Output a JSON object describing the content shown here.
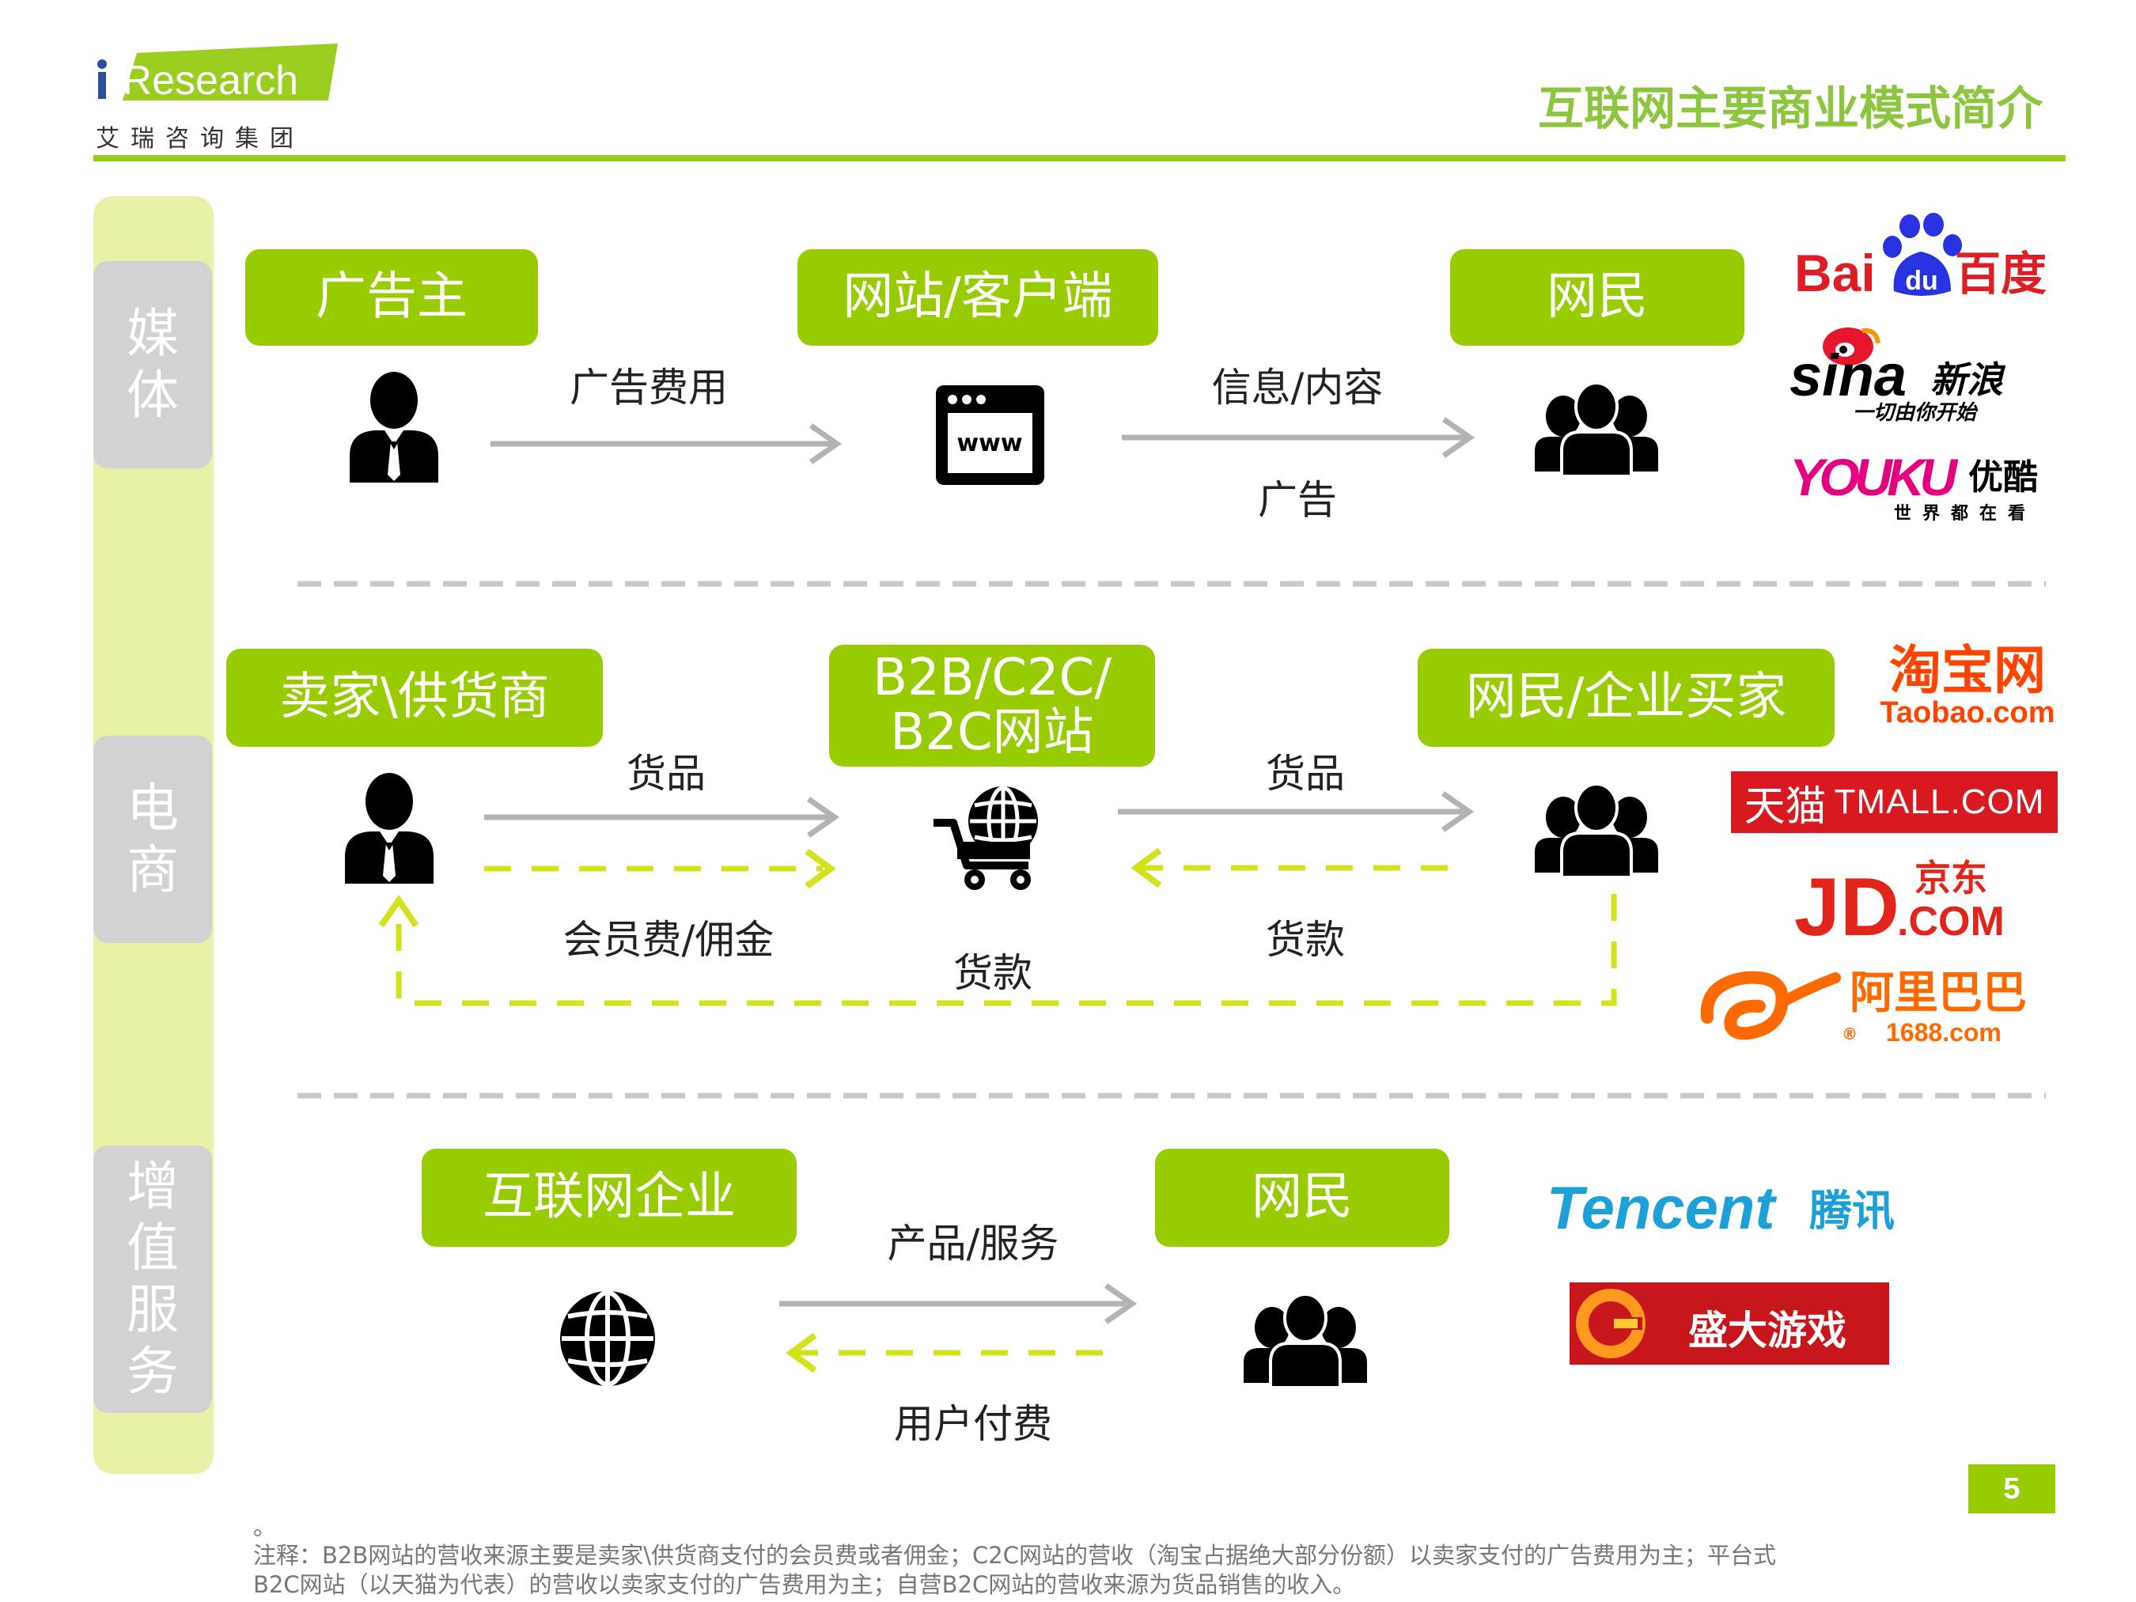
{
  "header": {
    "brand_name": "iResearch",
    "brand_subtitle": "艾瑞咨询集团",
    "slide_title": "互联网主要商业模式简介"
  },
  "sections": {
    "media": {
      "tab_label": [
        "媒",
        "体"
      ],
      "boxes": {
        "advertiser": "广告主",
        "website": "网站/客户端",
        "netizen": "网民"
      },
      "arrows": {
        "ad_fee": "广告费用",
        "info_content": "信息/内容",
        "ad": "广告"
      },
      "icons": {
        "advertiser": "businessman-icon",
        "website": "www-browser-icon",
        "netizen": "group-icon"
      },
      "logos": {
        "baidu": {
          "latin": "Bai",
          "du": "du",
          "cn": "百度"
        },
        "sina": {
          "latin": "sina",
          "cn": "新浪",
          "slogan": "一切由你开始"
        },
        "youku": {
          "latin": "YOUKU",
          "cn": "优酷",
          "slogan": "世界都在看"
        }
      }
    },
    "ecommerce": {
      "tab_label": [
        "电",
        "商"
      ],
      "boxes": {
        "seller": "卖家\\供货商",
        "platform_line1": "B2B/C2C/",
        "platform_line2": "B2C网站",
        "buyer": "网民/企业买家"
      },
      "arrows": {
        "goods_left": "货品",
        "goods_right": "货品",
        "membership_fee": "会员费/佣金",
        "payment_right": "货款",
        "payment_bottom": "货款"
      },
      "icons": {
        "seller": "businessman-icon",
        "platform": "shopping-cart-globe-icon",
        "buyer": "group-icon"
      },
      "logos": {
        "taobao": {
          "cn": "淘宝网",
          "latin": "Taobao.com"
        },
        "tmall": {
          "cn": "天猫",
          "latin": "TMALL.COM"
        },
        "jd": {
          "latin": "JD",
          "cn": "京东",
          "dotcom": ".COM"
        },
        "alibaba": {
          "cn": "阿里巴巴",
          "latin": "1688.com",
          "reg": "®"
        }
      }
    },
    "value_added": {
      "tab_label": [
        "增",
        "值",
        "服",
        "务"
      ],
      "boxes": {
        "company": "互联网企业",
        "netizen": "网民"
      },
      "arrows": {
        "product_service": "产品/服务",
        "user_payment": "用户付费"
      },
      "icons": {
        "company": "globe-icon",
        "netizen": "group-icon"
      },
      "logos": {
        "tencent": {
          "latin": "Tencent",
          "cn": "腾讯"
        },
        "shanda": {
          "cn": "盛大游戏"
        }
      }
    }
  },
  "footer": {
    "dot": "。",
    "note_line1": "注释：B2B网站的营收来源主要是卖家\\供货商支付的会员费或者佣金；C2C网站的营收（淘宝占据绝大部分份额）以卖家支付的广告费用为主；平台式",
    "note_line2": "B2C网站（以天猫为代表）的营收以卖家支付的广告费用为主；自营B2C网站的营收来源为货品销售的收入。",
    "page_number": "5"
  },
  "colors": {
    "green": "#99cc00",
    "title_green": "#8cc63f",
    "dash_yellow": "#d4e21c",
    "gray_arrow": "#b3b3b3",
    "side_bg": "#e8f1a6",
    "tab_gray": "#d2d2d2"
  }
}
